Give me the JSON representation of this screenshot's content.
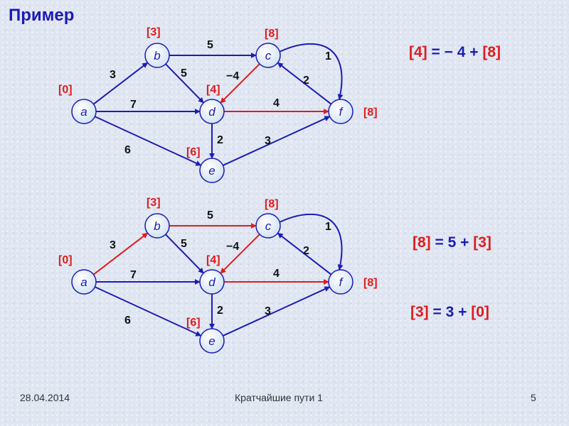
{
  "title": "Пример",
  "colors": {
    "blue": "#1c1cb4",
    "red": "#e01b1b",
    "node_fill": "#e9f2fb"
  },
  "graphs": [
    {
      "nodes": [
        {
          "id": "a",
          "label": "a",
          "dist": "[0]"
        },
        {
          "id": "b",
          "label": "b",
          "dist": "[3]"
        },
        {
          "id": "c",
          "label": "c",
          "dist": "[8]"
        },
        {
          "id": "d",
          "label": "d",
          "dist": "[4]"
        },
        {
          "id": "e",
          "label": "e",
          "dist": "[6]"
        },
        {
          "id": "f",
          "label": "f",
          "dist": "[8]"
        }
      ],
      "edges": [
        {
          "from": "a",
          "to": "b",
          "weight": "3",
          "highlight": false
        },
        {
          "from": "a",
          "to": "d",
          "weight": "7",
          "highlight": false
        },
        {
          "from": "a",
          "to": "e",
          "weight": "6",
          "highlight": false
        },
        {
          "from": "b",
          "to": "c",
          "weight": "5",
          "highlight": false
        },
        {
          "from": "b",
          "to": "d",
          "weight": "5",
          "highlight": false
        },
        {
          "from": "c",
          "to": "d",
          "weight": "−4",
          "highlight": true
        },
        {
          "from": "c",
          "to": "f",
          "weight": "1",
          "highlight": false
        },
        {
          "from": "f",
          "to": "c",
          "weight": "2",
          "highlight": false
        },
        {
          "from": "d",
          "to": "f",
          "weight": "4",
          "highlight": true
        },
        {
          "from": "d",
          "to": "e",
          "weight": "2",
          "highlight": false
        },
        {
          "from": "e",
          "to": "f",
          "weight": "3",
          "highlight": false
        }
      ]
    },
    {
      "nodes": [
        {
          "id": "a",
          "label": "a",
          "dist": "[0]"
        },
        {
          "id": "b",
          "label": "b",
          "dist": "[3]"
        },
        {
          "id": "c",
          "label": "c",
          "dist": "[8]"
        },
        {
          "id": "d",
          "label": "d",
          "dist": "[4]"
        },
        {
          "id": "e",
          "label": "e",
          "dist": "[6]"
        },
        {
          "id": "f",
          "label": "f",
          "dist": "[8]"
        }
      ],
      "edges": [
        {
          "from": "a",
          "to": "b",
          "weight": "3",
          "highlight": true
        },
        {
          "from": "a",
          "to": "d",
          "weight": "7",
          "highlight": false
        },
        {
          "from": "a",
          "to": "e",
          "weight": "6",
          "highlight": false
        },
        {
          "from": "b",
          "to": "c",
          "weight": "5",
          "highlight": true
        },
        {
          "from": "b",
          "to": "d",
          "weight": "5",
          "highlight": false
        },
        {
          "from": "c",
          "to": "d",
          "weight": "−4",
          "highlight": true
        },
        {
          "from": "c",
          "to": "f",
          "weight": "1",
          "highlight": false
        },
        {
          "from": "f",
          "to": "c",
          "weight": "2",
          "highlight": false
        },
        {
          "from": "d",
          "to": "f",
          "weight": "4",
          "highlight": true
        },
        {
          "from": "d",
          "to": "e",
          "weight": "2",
          "highlight": false
        },
        {
          "from": "e",
          "to": "f",
          "weight": "3",
          "highlight": false
        }
      ]
    }
  ],
  "equations": [
    {
      "lhs": "[4]",
      "mid": " = − 4 + ",
      "rhs": "[8]"
    },
    {
      "lhs": "[8]",
      "mid": " = 5 + ",
      "rhs": "[3]"
    },
    {
      "lhs": "[3]",
      "mid": " = 3 + ",
      "rhs": "[0]"
    }
  ],
  "footer": {
    "date": "28.04.2014",
    "title": "Кратчайшие пути 1",
    "page": "5"
  }
}
